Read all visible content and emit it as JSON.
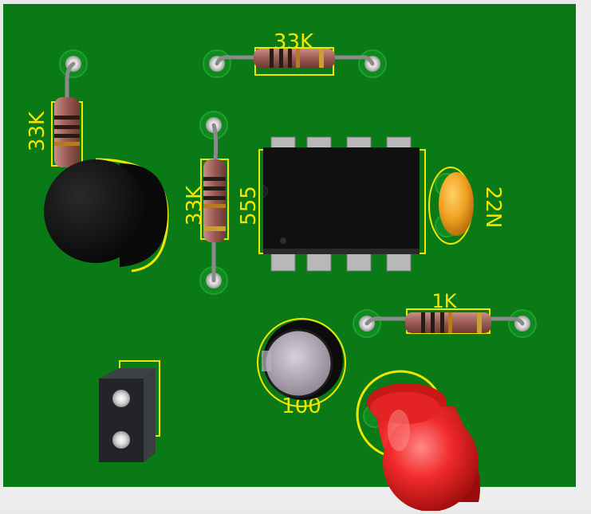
{
  "pcb": {
    "board_color": "#0a7a16",
    "silk_color": "#f2e600",
    "labels": {
      "r_top": "33K",
      "r_left": "33K",
      "r_mid": "33K",
      "ic": "555",
      "cap": "22N",
      "r_right": "1K",
      "elec_cap": "100"
    },
    "components": {
      "ic_icon": "dip8-ic-icon",
      "led_icon": "red-led-icon",
      "buzzer_icon": "buzzer-icon",
      "header_icon": "pin-header-icon"
    }
  }
}
